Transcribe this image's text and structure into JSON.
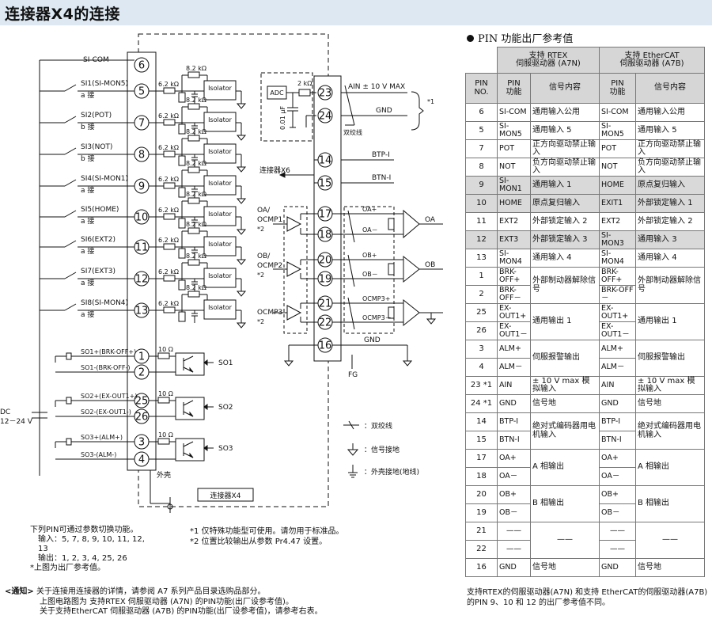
{
  "page_title": "连接器X4的连接",
  "diagram": {
    "si_com": "SI-COM",
    "si_com_pin": "6",
    "si_inputs": [
      {
        "name": "SI1(SI-MON5)",
        "contact": "a 接",
        "pin": "5"
      },
      {
        "name": "SI2(POT)",
        "contact": "b 接",
        "pin": "7"
      },
      {
        "name": "SI3(NOT)",
        "contact": "b 接",
        "pin": "8"
      },
      {
        "name": "SI4(SI-MON1)",
        "contact": "a 接",
        "pin": "9"
      },
      {
        "name": "SI5(HOME)",
        "contact": "a 接",
        "pin": "10"
      },
      {
        "name": "SI6(EXT2)",
        "contact": "a 接",
        "pin": "11"
      },
      {
        "name": "SI7(EXT3)",
        "contact": "a 接",
        "pin": "12"
      },
      {
        "name": "SI8(SI-MON4)",
        "contact": "a 接",
        "pin": "13"
      }
    ],
    "r_82k": "8.2 kΩ",
    "r_62k": "6.2 kΩ",
    "r_10": "10 Ω",
    "r_2k": "2 kΩ",
    "isolator": "Isolator",
    "so_outputs": [
      {
        "plus": "SO1+(BRK-OFF+)",
        "minus": "SO1-(BRK-OFF-)",
        "pin_plus": "1",
        "pin_minus": "2",
        "name": "SO1"
      },
      {
        "plus": "SO2+(EX-OUT1+)",
        "minus": "SO2-(EX-OUT1-)",
        "pin_plus": "25",
        "pin_minus": "26",
        "name": "SO2"
      },
      {
        "plus": "SO3+(ALM+)",
        "minus": "SO3-(ALM-)",
        "pin_plus": "3",
        "pin_minus": "4",
        "name": "SO3"
      }
    ],
    "dc_label": "DC",
    "dc_voltage": "12－24 V",
    "shell": "外壳",
    "connector_name": "连接器X4",
    "adc": "ADC",
    "cap": "0.01 μF",
    "ain_pin": "23",
    "ain_label": "AIN ± 10 V MAX",
    "gnd_pin": "24",
    "gnd_label": "GND",
    "twisted_label": "双绞线",
    "note1_mark": "*1",
    "btp_pin": "14",
    "btp_label": "BTP-I",
    "btn_pin": "15",
    "btn_label": "BTN-I",
    "x6_label": "连接器X6",
    "oa_left": "OA/",
    "ocmp1": "OCMP1",
    "ocmp_note": "*2",
    "oa_plus_pin": "17",
    "oa_minus_pin": "18",
    "oa_plus": "OA+",
    "oa_minus": "OA－",
    "oa_out": "OA",
    "ob_left": "OB/",
    "ocmp2": "OCMP2",
    "ob_plus_pin": "20",
    "ob_minus_pin": "19",
    "ob_plus": "OB+",
    "ob_minus": "OB－",
    "ob_out": "OB",
    "ocmp3": "OCMP3",
    "ocmp3_plus_pin": "21",
    "ocmp3_minus_pin": "22",
    "ocmp3_plus": "OCMP3+",
    "ocmp3_minus": "OCMP3－",
    "gnd16_pin": "16",
    "gnd16_label": "GND",
    "fg_label": "FG",
    "legend_twisted": "：双绞线",
    "legend_signal_gnd": "：信号接地",
    "legend_frame_gnd": "：外壳接地(地线)"
  },
  "switch_note": [
    "下列PIN可通过参数切换功能。",
    "输入：5, 7, 8, 9, 10, 11, 12, 13",
    "输出：1, 2, 3, 4, 25, 26",
    "*上图为出厂参考值。"
  ],
  "foot_notes": [
    "*1 仅特殊功能型可使用。请勿用于标准品。",
    "*2 位置比较输出从参数 Pr4.47 设置。"
  ],
  "bottom_note": {
    "label": "<通知>",
    "line1": "关于连接用连接器的详情，请参阅 A7 系列产品目录选购品部分。",
    "line2": "上图电路图为 支持RTEX 伺服驱动器 (A7N) 的PIN功能(出厂设参考值)。",
    "line3": "关于支持EtherCAT 伺服驱动器 (A7B) 的PIN功能(出厂设参考值)，请参考右表。"
  },
  "table": {
    "title": "PIN 功能出厂参考值",
    "group_rtex": [
      "支持 RTEX",
      "伺服驱动器 (A7N)"
    ],
    "group_ecat": [
      "支持 EtherCAT",
      "伺服驱动器 (A7B)"
    ],
    "h_pin_no": [
      "PIN",
      "NO."
    ],
    "h_pin_func": [
      "PIN",
      "功能"
    ],
    "h_signal": "信号内容",
    "rows": [
      {
        "no": "6",
        "f1": "SI-COM",
        "s1": "通用输入公用",
        "f2": "SI-COM",
        "s2": "通用输入公用"
      },
      {
        "no": "5",
        "f1": "SI-MON5",
        "s1": "通用输入 5",
        "f2": "SI-MON5",
        "s2": "通用输入 5"
      },
      {
        "no": "7",
        "f1": "POT",
        "s1": "正方向驱动禁止输入",
        "f2": "POT",
        "s2": "正方向驱动禁止输入"
      },
      {
        "no": "8",
        "f1": "NOT",
        "s1": "负方向驱动禁止输入",
        "f2": "NOT",
        "s2": "负方向驱动禁止输入"
      },
      {
        "no": "9",
        "f1": "SI-MON1",
        "s1": "通用输入 1",
        "f2": "HOME",
        "s2": "原点复归输入"
      },
      {
        "no": "10",
        "f1": "HOME",
        "s1": "原点复归输入",
        "f2": "EXIT1",
        "s2": "外部锁定输入 1"
      },
      {
        "no": "11",
        "f1": "EXT2",
        "s1": "外部锁定输入 2",
        "f2": "EXT2",
        "s2": "外部锁定输入 2"
      },
      {
        "no": "12",
        "f1": "EXT3",
        "s1": "外部锁定输入 3",
        "f2": "SI-MON3",
        "s2": "通用输入 3"
      },
      {
        "no": "13",
        "f1": "SI-MON4",
        "s1": "通用输入 4",
        "f2": "SI-MON4",
        "s2": "通用输入 4"
      },
      {
        "no": "1",
        "f1": "BRK-OFF+",
        "s1": "外部制动器解除信号",
        "f2": "BRK-OFF+",
        "s2": "外部制动器解除信号"
      },
      {
        "no": "2",
        "f1": "BRK-OFF－",
        "f2": "BRK-OFF－"
      },
      {
        "no": "25",
        "f1": "EX-OUT1+",
        "s1": "通用输出 1",
        "f2": "EX-OUT1+",
        "s2": "通用输出 1"
      },
      {
        "no": "26",
        "f1": "EX-OUT1－",
        "f2": "EX-OUT1－"
      },
      {
        "no": "3",
        "f1": "ALM+",
        "s1": "伺服报警输出",
        "f2": "ALM+",
        "s2": "伺服报警输出"
      },
      {
        "no": "4",
        "f1": "ALM－",
        "f2": "ALM－"
      },
      {
        "no": "23 *1",
        "f1": "AIN",
        "s1": "± 10 V max 模拟输入",
        "f2": "AIN",
        "s2": "± 10 V max 模拟输入"
      },
      {
        "no": "24 *1",
        "f1": "GND",
        "s1": "信号地",
        "f2": "GND",
        "s2": "信号地"
      },
      {
        "no": "14",
        "f1": "BTP-I",
        "s1": "绝对式编码器用电机输入",
        "f2": "BTP-I",
        "s2": "绝对式编码器用电机输入"
      },
      {
        "no": "15",
        "f1": "BTN-I",
        "f2": "BTN-I"
      },
      {
        "no": "17",
        "f1": "OA+",
        "s1": "A 相输出",
        "f2": "OA+",
        "s2": "A 相输出"
      },
      {
        "no": "18",
        "f1": "OA－",
        "f2": "OA－"
      },
      {
        "no": "20",
        "f1": "OB+",
        "s1": "B 相输出",
        "f2": "OB+",
        "s2": "B 相输出"
      },
      {
        "no": "19",
        "f1": "OB－",
        "f2": "OB－"
      },
      {
        "no": "21",
        "f1": "——",
        "s1": "——",
        "f2": "——",
        "s2": "——"
      },
      {
        "no": "22",
        "f1": "——",
        "f2": "——"
      },
      {
        "no": "16",
        "f1": "GND",
        "s1": "信号地",
        "f2": "GND",
        "s2": "信号地"
      }
    ],
    "footer": "支持RTEX的伺服驱动器(A7N) 和支持 EtherCAT的伺服驱动器(A7B) 的PIN 9、10 和 12 的出厂参考值不同。"
  }
}
